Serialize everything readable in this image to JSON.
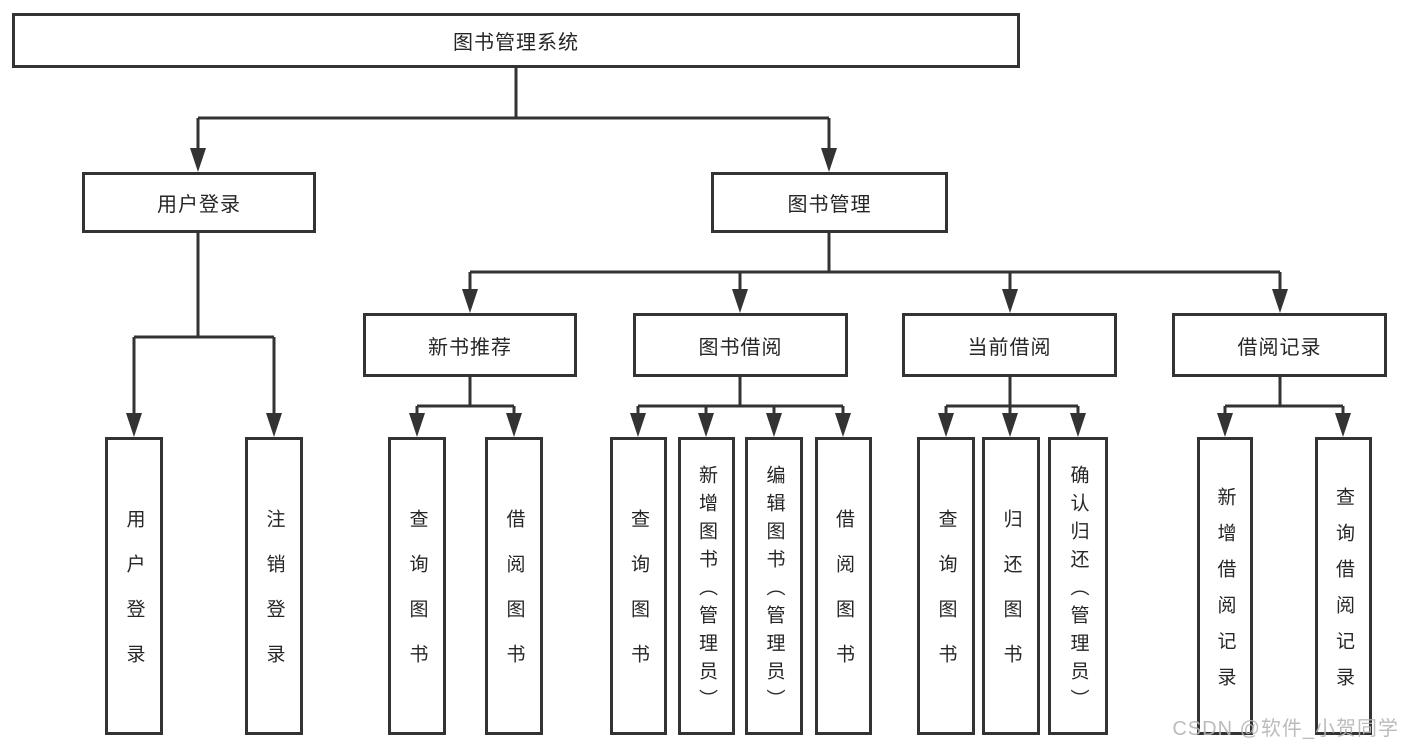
{
  "diagram": {
    "root": {
      "label": "图书管理系统"
    },
    "user_login": {
      "label": "用户登录",
      "children": {
        "login": {
          "label": "用户登录"
        },
        "logout": {
          "label": "注销登录"
        }
      }
    },
    "book_mgmt": {
      "label": "图书管理",
      "children": {
        "new_books": {
          "label": "新书推荐",
          "children": {
            "query": {
              "label": "查询图书"
            },
            "borrow": {
              "label": "借阅图书"
            }
          }
        },
        "book_borrow": {
          "label": "图书借阅",
          "children": {
            "query": {
              "label": "查询图书"
            },
            "add": {
              "label": "新增图书（管理员）"
            },
            "edit": {
              "label": "编辑图书（管理员）"
            },
            "borrow": {
              "label": "借阅图书"
            }
          }
        },
        "current_borrow": {
          "label": "当前借阅",
          "children": {
            "query": {
              "label": "查询图书"
            },
            "return": {
              "label": "归还图书"
            },
            "confirm_return": {
              "label": "确认归还（管理员）"
            }
          }
        },
        "borrow_records": {
          "label": "借阅记录",
          "children": {
            "add": {
              "label": "新增借阅记录"
            },
            "query": {
              "label": "查询借阅记录"
            }
          }
        }
      }
    }
  },
  "watermark": {
    "text": "CSDN @软件_小贺同学"
  },
  "colors": {
    "line": "#333333",
    "box_border": "#333333",
    "box_fill": "#ffffff",
    "text": "#262626",
    "watermark": "#b5b5b5",
    "background": "#ffffff"
  }
}
